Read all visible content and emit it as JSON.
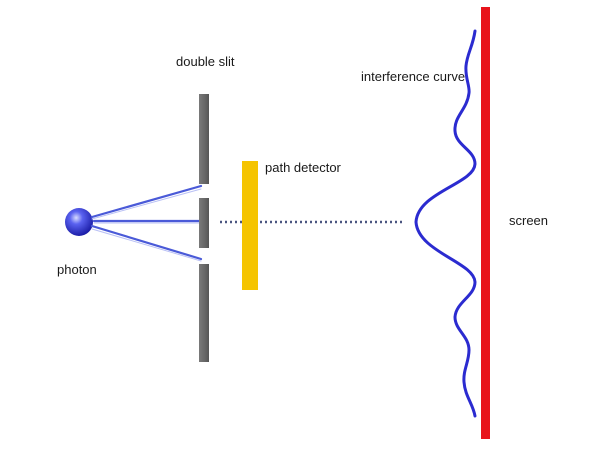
{
  "labels": {
    "double_slit": "double slit",
    "path_detector": "path detector",
    "interference_curve": "interference curve",
    "screen": "screen",
    "photon": "photon"
  },
  "colors": {
    "photon": "#2a2fd6",
    "beam": "#4a5ad8",
    "slit": "#6b6b6b",
    "detector": "#f5c400",
    "curve": "#2b2bd0",
    "screen": "#e8141b",
    "dotted_line": "#4a5580"
  }
}
